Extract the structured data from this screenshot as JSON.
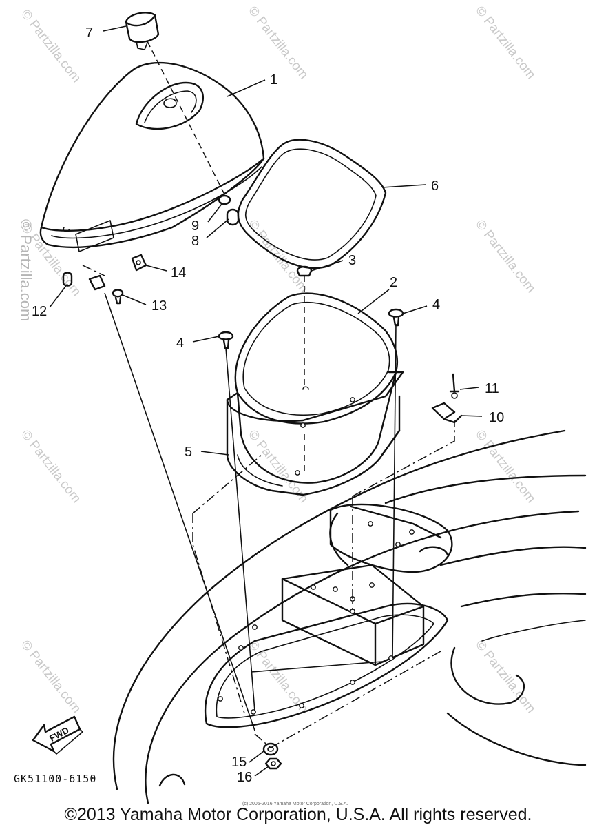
{
  "watermark": {
    "symbol": "©",
    "text": "Partzilla.com"
  },
  "callouts": [
    {
      "id": "1",
      "label": "1"
    },
    {
      "id": "2",
      "label": "2"
    },
    {
      "id": "3",
      "label": "3"
    },
    {
      "id": "4a",
      "label": "4"
    },
    {
      "id": "4b",
      "label": "4"
    },
    {
      "id": "5",
      "label": "5"
    },
    {
      "id": "6",
      "label": "6"
    },
    {
      "id": "7",
      "label": "7"
    },
    {
      "id": "8",
      "label": "8"
    },
    {
      "id": "9",
      "label": "9"
    },
    {
      "id": "10",
      "label": "10"
    },
    {
      "id": "11",
      "label": "11"
    },
    {
      "id": "12",
      "label": "12"
    },
    {
      "id": "13",
      "label": "13"
    },
    {
      "id": "14",
      "label": "14"
    },
    {
      "id": "15",
      "label": "15"
    },
    {
      "id": "16",
      "label": "16"
    }
  ],
  "direction_arrow": {
    "label": "FWD"
  },
  "diagram_code": "GK51100-6150",
  "small_notice": "(c) 2005-2016 Yamaha Motor Corporation, U.S.A.",
  "copyright": "©2013 Yamaha Motor Corporation, U.S.A. All rights reserved."
}
